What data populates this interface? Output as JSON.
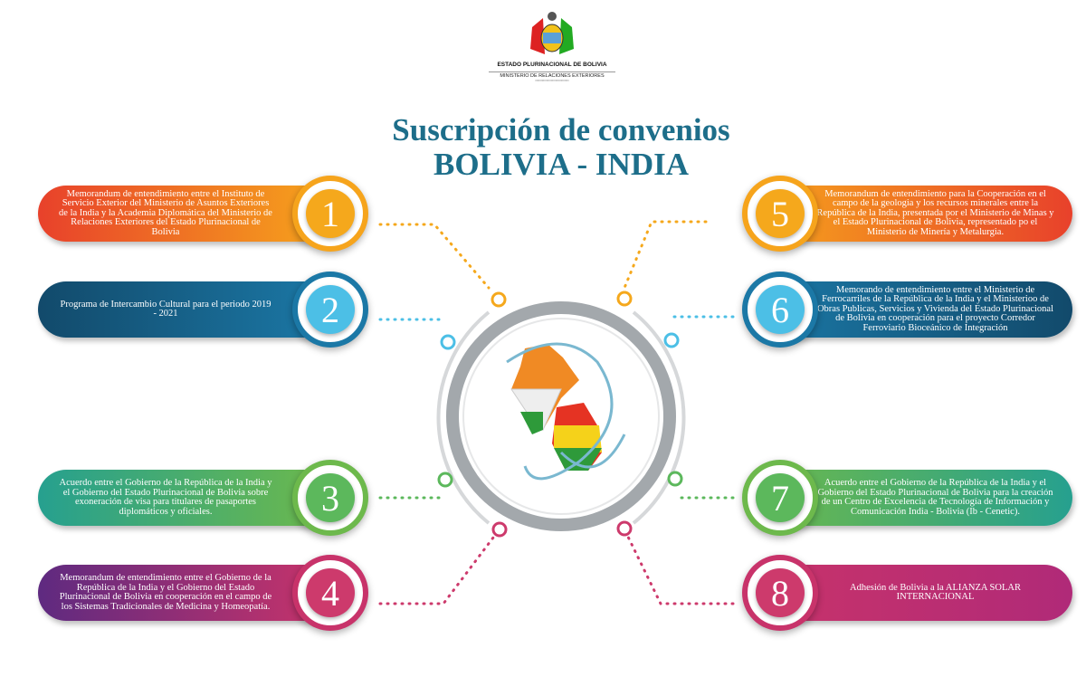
{
  "header": {
    "org_line1": "ESTADO PLURINACIONAL DE BOLIVIA",
    "org_line2": "MINISTERIO DE RELACIONES EXTERIORES"
  },
  "title": {
    "line1": "Suscripción de convenios",
    "line2": "BOLIVIA - INDIA"
  },
  "agreements": [
    {
      "number": "1",
      "color_from": "#e8412b",
      "color_to": "#f6a41c",
      "accent": "#f5a81c",
      "text": "Memorandum de entendimiento entre el Instituto de Servicio Exterior del Ministerio de Asuntos Exteriores de la India y la Academia Diplomática del Ministerio de Relaciones Exteriores del Estado Plurinacional de Bolivia"
    },
    {
      "number": "2",
      "color_from": "#124a6b",
      "color_to": "#1b78a6",
      "accent": "#4cbfe6",
      "text": "Programa de Intercambio Cultural para el periodo 2019 - 2021"
    },
    {
      "number": "3",
      "color_from": "#26a08f",
      "color_to": "#6db94c",
      "accent": "#5cb85c",
      "text": "Acuerdo entre el Gobierno de la República de la India y el Gobierno del Estado Plurinacional de Bolivia sobre exoneración de visa para titulares de pasaportes diplomáticos y oficiales."
    },
    {
      "number": "4",
      "color_from": "#5e2a80",
      "color_to": "#c8336a",
      "accent": "#cd3a6c",
      "text": "Memorandum de entendimiento entre el Gobierno de la República de la India y el Gobierno del Estado Plurinacional de Bolivia en cooperación en el campo de los Sistemas Tradicionales de Medicina y Homeopatía."
    },
    {
      "number": "5",
      "color_from": "#f6a41c",
      "color_to": "#e8412b",
      "accent": "#f5a81c",
      "text": "Memorandum de entendimiento para la Cooperación en el campo de la geologia y los recursos minerales entre la República de la India, presentada por el Ministerio de Minas y el Estado Plurinacional de Bolivia, representado po el Ministerio de Minería y Metalurgia."
    },
    {
      "number": "6",
      "color_from": "#1b78a6",
      "color_to": "#124a6b",
      "accent": "#4cbfe6",
      "text": "Memorando de entendimiento entre el Ministerio de Ferrocarriles de la República de la India y el Ministerioo de Obras Publicas, Servicios y Vivienda del Estado Plurinacional de Bolivia en cooperación para el proyecto Corredor Ferroviario Bioceánico de Integración"
    },
    {
      "number": "7",
      "color_from": "#6db94c",
      "color_to": "#26a08f",
      "accent": "#5cb85c",
      "text": "Acuerdo entre el Gobierno de la República de la India y el Gobierno del Estado Plurinacional de Bolivia para la creación de un Centro de Excelencia de Tecnología de Información y Comunicación India - Bolivia (Ib - Cenetic)."
    },
    {
      "number": "8",
      "color_from": "#c8336a",
      "color_to": "#b02a78",
      "accent": "#cd3a6c",
      "text": "Adhesión de Bolivia a la ALIANZA SOLAR INTERNACIONAL"
    }
  ]
}
